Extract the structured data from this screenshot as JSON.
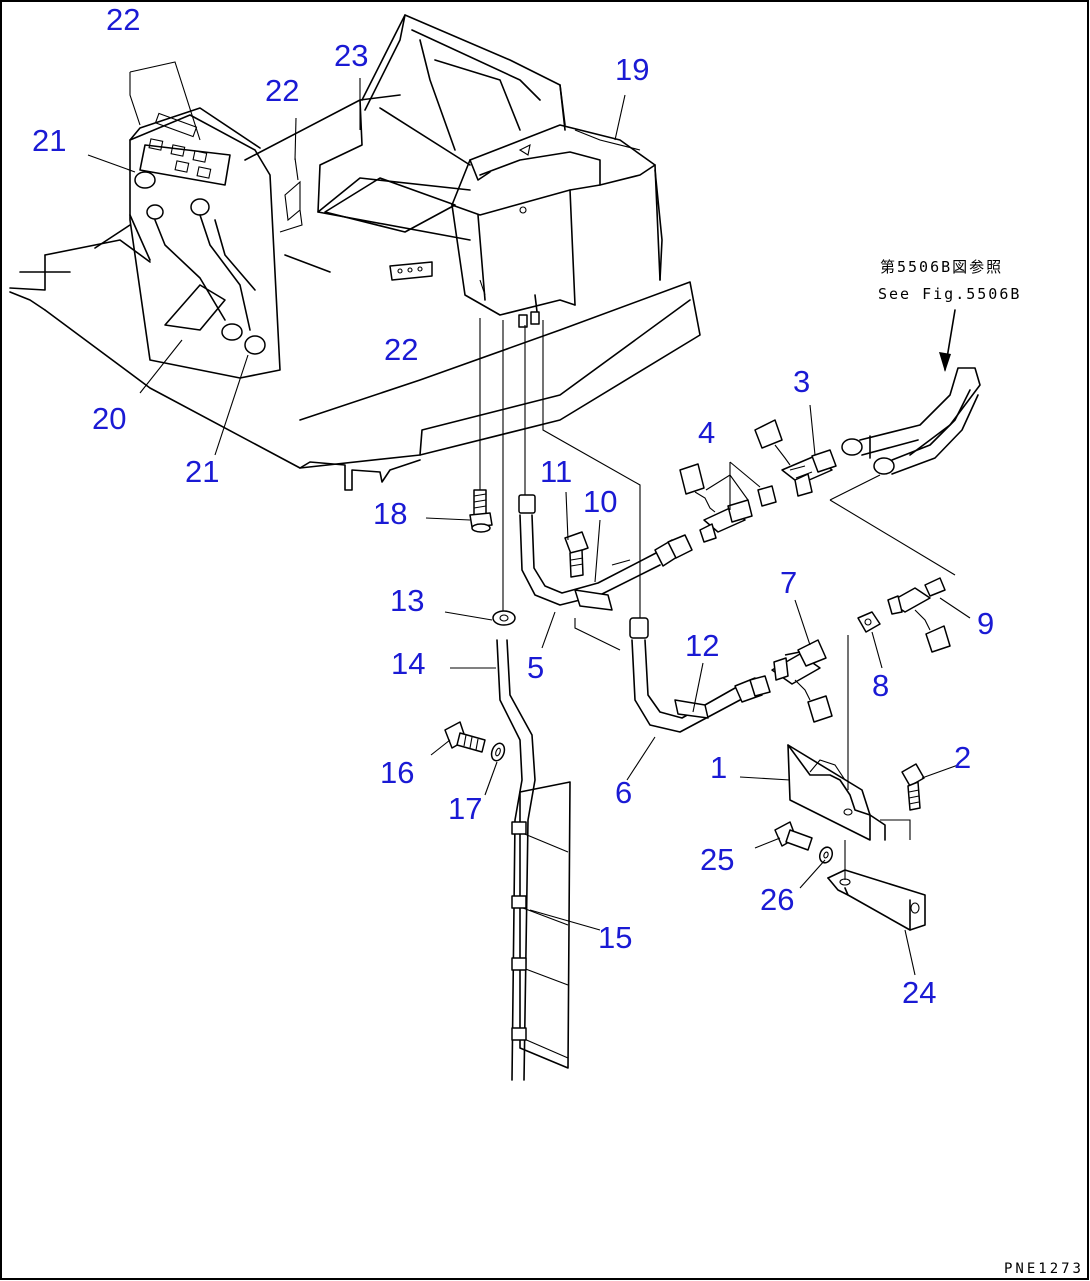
{
  "reference_note": {
    "japanese": "第5506B図参照",
    "english": "See Fig.5506B"
  },
  "drawing_code": "PNE1273",
  "callouts": {
    "c1": "1",
    "c2": "2",
    "c3": "3",
    "c4": "4",
    "c5": "5",
    "c6": "6",
    "c7": "7",
    "c8": "8",
    "c9": "9",
    "c10": "10",
    "c11": "11",
    "c12": "12",
    "c13": "13",
    "c14": "14",
    "c15": "15",
    "c16": "16",
    "c17": "17",
    "c18": "18",
    "c19": "19",
    "c20": "20",
    "c21a": "21",
    "c21b": "21",
    "c22a": "22",
    "c22b": "22",
    "c22c": "22",
    "c23": "23",
    "c24": "24",
    "c25": "25",
    "c26": "26"
  },
  "colors": {
    "callout": "#1a1ad4",
    "line": "#000000",
    "background": "#ffffff"
  }
}
